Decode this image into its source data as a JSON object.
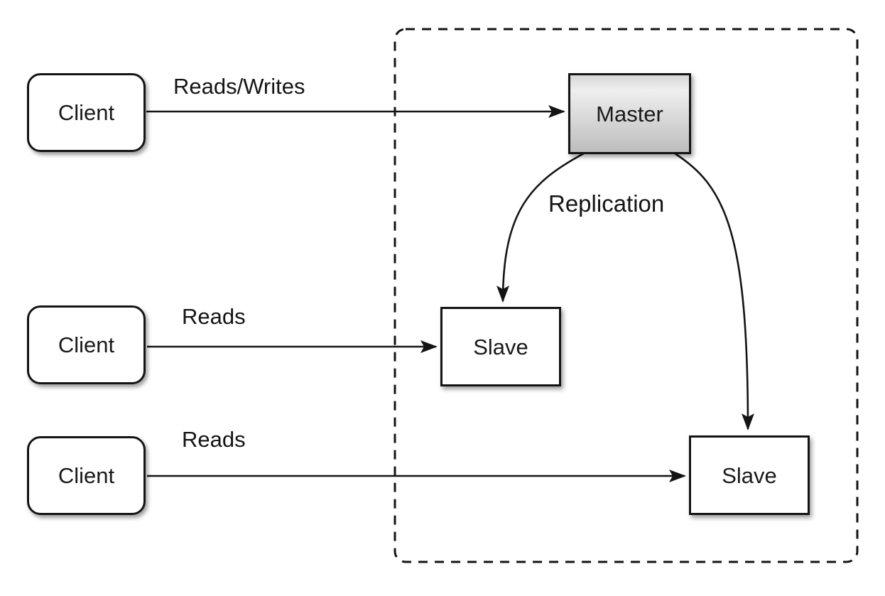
{
  "diagram": {
    "type": "architecture-diagram",
    "topic": "master-slave-replication"
  },
  "nodes": {
    "client_top": {
      "label": "Client"
    },
    "client_middle": {
      "label": "Client"
    },
    "client_bottom": {
      "label": "Client"
    },
    "master": {
      "label": "Master"
    },
    "slave_top": {
      "label": "Slave"
    },
    "slave_bottom": {
      "label": "Slave"
    }
  },
  "edges": {
    "client_top_to_master": {
      "label": "Reads/Writes",
      "from": "client_top",
      "to": "master",
      "style": "straight-arrow"
    },
    "client_middle_to_slave": {
      "label": "Reads",
      "from": "client_middle",
      "to": "slave_top",
      "style": "straight-arrow"
    },
    "client_bottom_to_slave": {
      "label": "Reads",
      "from": "client_bottom",
      "to": "slave_bottom",
      "style": "straight-arrow"
    },
    "master_to_slave_top": {
      "label": "Replication",
      "from": "master",
      "to": "slave_top",
      "style": "curved-arrow"
    },
    "master_to_slave_bottom": {
      "label": "",
      "from": "master",
      "to": "slave_bottom",
      "style": "curved-arrow"
    }
  },
  "container": {
    "name": "replication-boundary",
    "border_style": "dashed"
  },
  "colors": {
    "background": "#ffffff",
    "stroke": "#141414",
    "node_fill": "#ffffff",
    "node_border": "#141414",
    "master_gradient_top": "#efefef",
    "master_gradient_bottom": "#bdbdbd",
    "text": "#141414"
  }
}
